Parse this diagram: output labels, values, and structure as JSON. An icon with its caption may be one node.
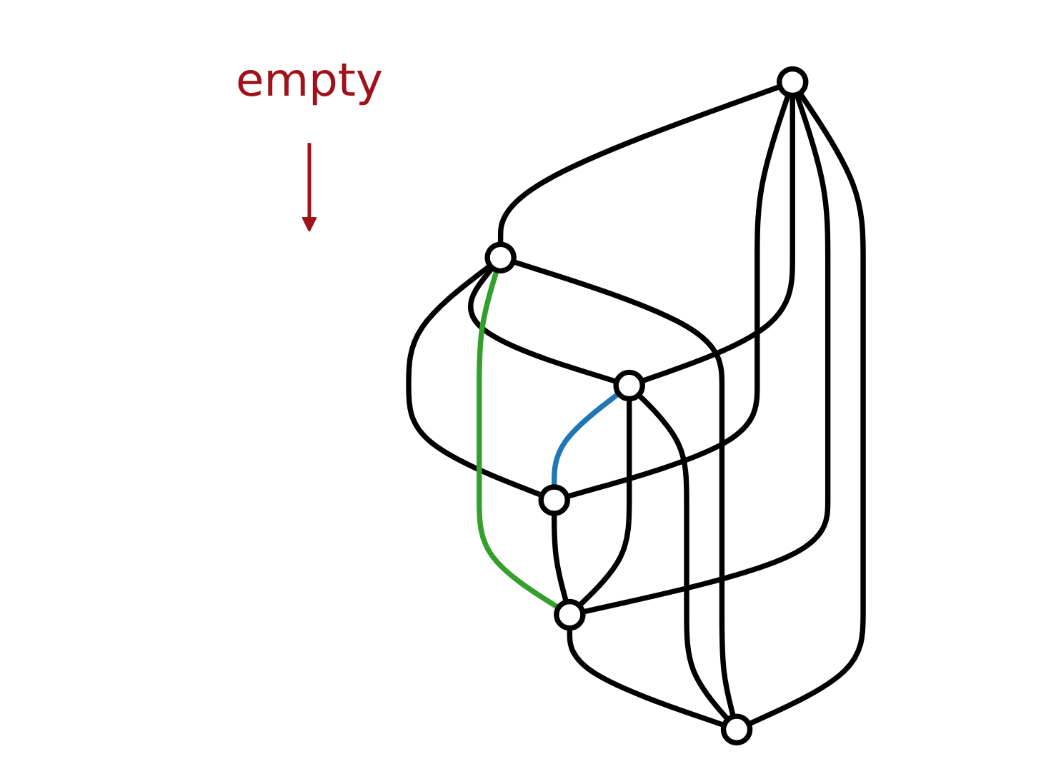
{
  "diagram": {
    "nodes": [
      {
        "text": [
          "empty"
        ]
      },
      {
        "text": [],
        "shape": "circle"
      },
      {
        "text": [],
        "shape": "circle"
      },
      {
        "text": [],
        "shape": "circle"
      },
      {
        "text": [],
        "shape": "circle"
      },
      {
        "text": [],
        "shape": "circle"
      },
      {
        "text": [],
        "shape": "circle"
      }
    ],
    "edges": [
      {
        "from": 0,
        "to": null,
        "arrow": "to",
        "color": "#a0111a"
      },
      {
        "from": 1,
        "to": 2,
        "arrow": "none"
      },
      {
        "from": 1,
        "to": 3,
        "arrow": "none"
      },
      {
        "from": 1,
        "to": 4,
        "arrow": "none"
      },
      {
        "from": 1,
        "to": 5,
        "arrow": "none"
      },
      {
        "from": 1,
        "to": 6,
        "arrow": "none"
      },
      {
        "from": 2,
        "to": 3,
        "arrow": "none"
      },
      {
        "from": 2,
        "to": 4,
        "arrow": "none"
      },
      {
        "from": 2,
        "to": 5,
        "arrow": "none",
        "color": "#33a02c"
      },
      {
        "from": 2,
        "to": 6,
        "arrow": "none"
      },
      {
        "from": 4,
        "to": 3,
        "arrow": "none",
        "color": "#1f77b4"
      },
      {
        "from": 3,
        "to": 5,
        "arrow": "none"
      },
      {
        "from": 4,
        "to": 5,
        "arrow": "none"
      },
      {
        "from": 4,
        "to": 6,
        "arrow": "none"
      },
      {
        "from": 5,
        "to": 6,
        "arrow": "none"
      }
    ]
  }
}
